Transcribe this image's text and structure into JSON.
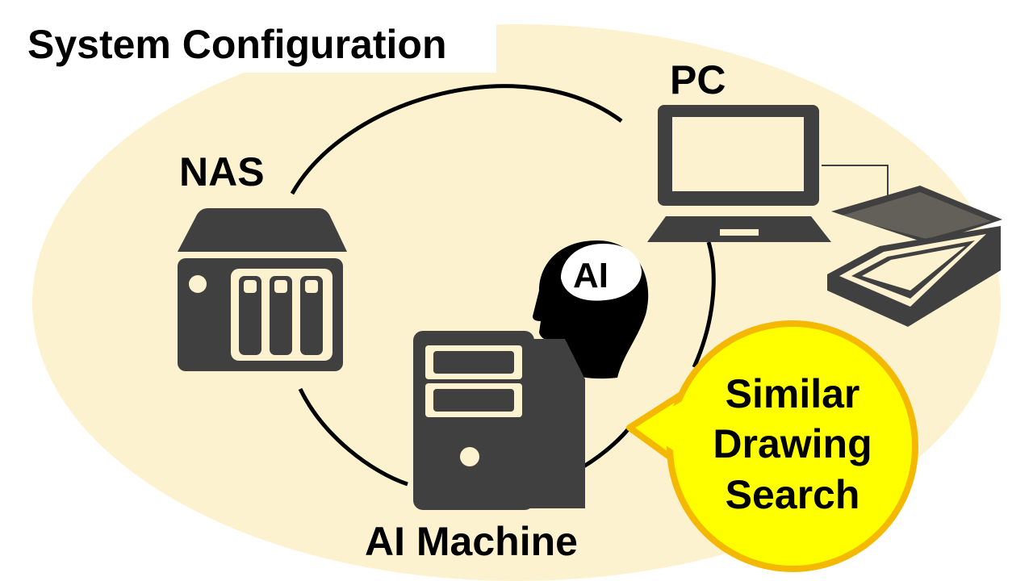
{
  "title": "System Configuration",
  "nodes": {
    "pc": {
      "label": "PC"
    },
    "nas": {
      "label": "NAS"
    },
    "ai_machine": {
      "label": "AI Machine"
    },
    "ai_badge": {
      "label": "AI"
    }
  },
  "callout": {
    "lines": [
      "Similar",
      "Drawing",
      "Search"
    ]
  },
  "colors": {
    "background_ellipse": "#fdf2cf",
    "device": "#404040",
    "device_detail": "#fdf2cf",
    "callout_fill": "#ffff00",
    "callout_border": "#f5b800",
    "ai_badge_text": "#e00000"
  }
}
